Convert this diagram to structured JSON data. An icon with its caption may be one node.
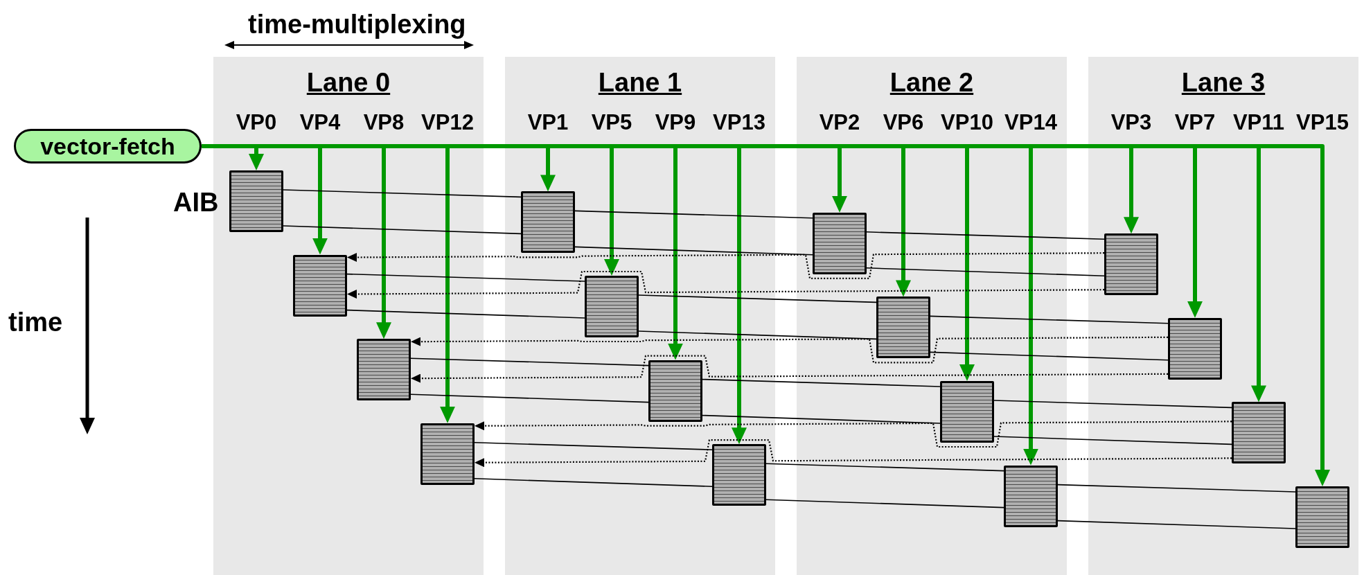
{
  "diagram": {
    "nodes": [
      {
        "text": [
          "vector-fetch"
        ]
      },
      {
        "text": [
          "Lane 0",
          "VP0",
          "VP4",
          "VP8",
          "VP12"
        ]
      },
      {
        "text": [
          "Lane 1",
          "VP1",
          "VP5",
          "VP9",
          "VP13"
        ]
      },
      {
        "text": [
          "Lane 2",
          "VP2",
          "VP6",
          "VP10",
          "VP14"
        ]
      },
      {
        "text": [
          "Lane 3",
          "VP3",
          "VP7",
          "VP11",
          "VP15"
        ]
      },
      {
        "text": [],
        "shape": "box",
        "in": 1
      },
      {
        "text": [],
        "shape": "box",
        "in": 2
      },
      {
        "text": [],
        "shape": "box",
        "in": 3
      },
      {
        "text": [],
        "shape": "box",
        "in": 4
      },
      {
        "text": [],
        "shape": "box",
        "in": 1
      },
      {
        "text": [],
        "shape": "box",
        "in": 2
      },
      {
        "text": [],
        "shape": "box",
        "in": 3
      },
      {
        "text": [],
        "shape": "box",
        "in": 4
      },
      {
        "text": [],
        "shape": "box",
        "in": 1
      },
      {
        "text": [],
        "shape": "box",
        "in": 2
      },
      {
        "text": [],
        "shape": "box",
        "in": 3
      },
      {
        "text": [],
        "shape": "box",
        "in": 4
      },
      {
        "text": [],
        "shape": "box",
        "in": 1
      },
      {
        "text": [],
        "shape": "box",
        "in": 2
      },
      {
        "text": [],
        "shape": "box",
        "in": 3
      },
      {
        "text": [],
        "shape": "box",
        "in": 4
      }
    ],
    "edges": [
      {
        "from": 0,
        "to": 5,
        "arrow": "to",
        "style": "thick",
        "color": "#009900"
      },
      {
        "from": 0,
        "to": 6,
        "arrow": "to",
        "style": "thick",
        "color": "#009900"
      },
      {
        "from": 0,
        "to": 7,
        "arrow": "to",
        "style": "thick",
        "color": "#009900"
      },
      {
        "from": 0,
        "to": 8,
        "arrow": "to",
        "style": "thick",
        "color": "#009900"
      },
      {
        "from": 0,
        "to": 9,
        "arrow": "to",
        "style": "thick",
        "color": "#009900"
      },
      {
        "from": 0,
        "to": 10,
        "arrow": "to",
        "style": "thick",
        "color": "#009900"
      },
      {
        "from": 0,
        "to": 11,
        "arrow": "to",
        "style": "thick",
        "color": "#009900"
      },
      {
        "from": 0,
        "to": 12,
        "arrow": "to",
        "style": "thick",
        "color": "#009900"
      },
      {
        "from": 0,
        "to": 13,
        "arrow": "to",
        "style": "thick",
        "color": "#009900"
      },
      {
        "from": 0,
        "to": 14,
        "arrow": "to",
        "style": "thick",
        "color": "#009900"
      },
      {
        "from": 0,
        "to": 15,
        "arrow": "to",
        "style": "thick",
        "color": "#009900"
      },
      {
        "from": 0,
        "to": 16,
        "arrow": "to",
        "style": "thick",
        "color": "#009900"
      },
      {
        "from": 0,
        "to": 17,
        "arrow": "to",
        "style": "thick",
        "color": "#009900"
      },
      {
        "from": 0,
        "to": 18,
        "arrow": "to",
        "style": "thick",
        "color": "#009900"
      },
      {
        "from": 0,
        "to": 19,
        "arrow": "to",
        "style": "thick",
        "color": "#009900"
      },
      {
        "from": 0,
        "to": 20,
        "arrow": "to",
        "style": "thick",
        "color": "#009900"
      },
      {
        "from": 5,
        "to": 6,
        "arrow": "none"
      },
      {
        "from": 5,
        "to": 6,
        "arrow": "none"
      },
      {
        "from": 6,
        "to": 7,
        "arrow": "none"
      },
      {
        "from": 6,
        "to": 7,
        "arrow": "none"
      },
      {
        "from": 7,
        "to": 8,
        "arrow": "none"
      },
      {
        "from": 7,
        "to": 8,
        "arrow": "none"
      },
      {
        "from": 8,
        "to": 9,
        "arrow": "to",
        "style": "dashed"
      },
      {
        "from": 8,
        "to": 9,
        "arrow": "to",
        "style": "dashed"
      },
      {
        "from": 9,
        "to": 10,
        "arrow": "none"
      },
      {
        "from": 9,
        "to": 10,
        "arrow": "none"
      },
      {
        "from": 10,
        "to": 11,
        "arrow": "none"
      },
      {
        "from": 10,
        "to": 11,
        "arrow": "none"
      },
      {
        "from": 11,
        "to": 12,
        "arrow": "none"
      },
      {
        "from": 11,
        "to": 12,
        "arrow": "none"
      },
      {
        "from": 12,
        "to": 13,
        "arrow": "to",
        "style": "dashed"
      },
      {
        "from": 12,
        "to": 13,
        "arrow": "to",
        "style": "dashed"
      },
      {
        "from": 13,
        "to": 14,
        "arrow": "none"
      },
      {
        "from": 13,
        "to": 14,
        "arrow": "none"
      },
      {
        "from": 14,
        "to": 15,
        "arrow": "none"
      },
      {
        "from": 14,
        "to": 15,
        "arrow": "none"
      },
      {
        "from": 15,
        "to": 16,
        "arrow": "none"
      },
      {
        "from": 15,
        "to": 16,
        "arrow": "none"
      },
      {
        "from": 16,
        "to": 17,
        "arrow": "to",
        "style": "dashed"
      },
      {
        "from": 16,
        "to": 17,
        "arrow": "to",
        "style": "dashed"
      },
      {
        "from": 17,
        "to": 18,
        "arrow": "none"
      },
      {
        "from": 17,
        "to": 18,
        "arrow": "none"
      },
      {
        "from": 18,
        "to": 19,
        "arrow": "none"
      },
      {
        "from": 18,
        "to": 19,
        "arrow": "none"
      },
      {
        "from": 19,
        "to": 20,
        "arrow": "none"
      },
      {
        "from": 19,
        "to": 20,
        "arrow": "none"
      }
    ],
    "labels": [
      "time-multiplexing",
      "AIB",
      "time"
    ]
  }
}
